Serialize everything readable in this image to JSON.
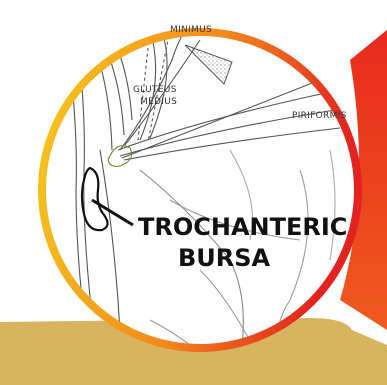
{
  "labels": {
    "top_cut": "MINIMUS",
    "gluteus_line1": "GLUTEUS",
    "gluteus_line2": "MEDIUS",
    "piriformis": "PIRIFORMIS",
    "bursa_line1": "TROCHANTERIC",
    "bursa_line2": "BURSA"
  },
  "colors": {
    "ring_start": "#f6c81e",
    "ring_mid": "#f28a1c",
    "ring_end": "#e2231f",
    "banner": "#d9b45e",
    "line": "#555555",
    "bursa_outline": "#111111"
  }
}
